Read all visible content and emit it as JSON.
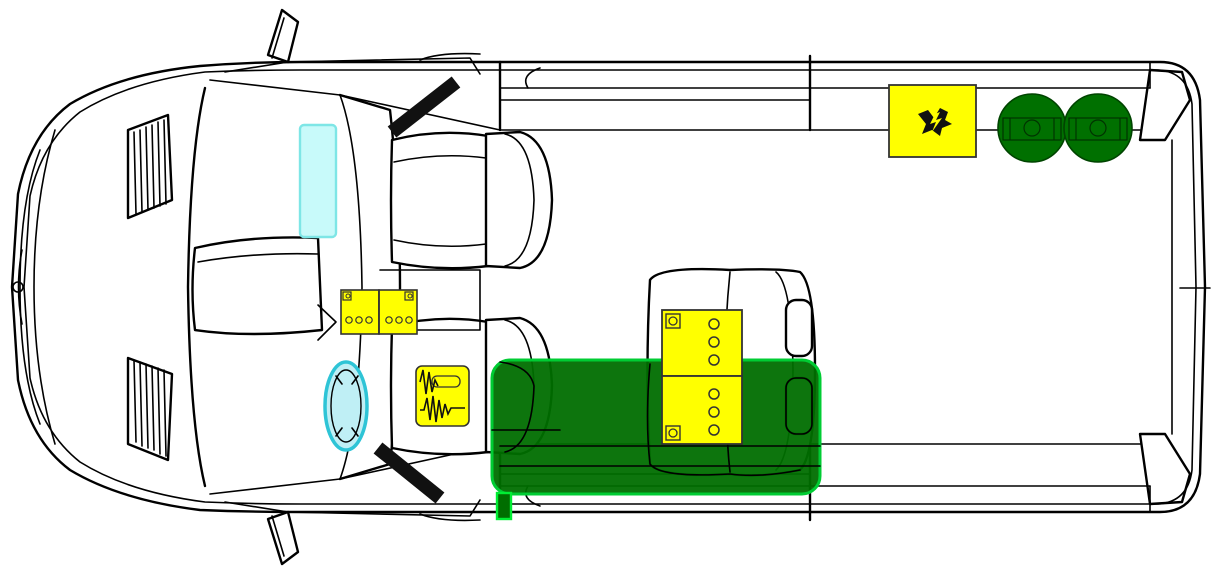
{
  "diagram": {
    "subject": "van-top-view-layout",
    "colors": {
      "outline": "#000000",
      "battery": "#ffff00",
      "battery_outline": "#333333",
      "water_tank": "#006e00",
      "water_tank_edge": "#00cc33",
      "water_bottle": "#007000",
      "windshield_panel": "#c8fafa",
      "windshield_panel_edge": "#7ee6e6",
      "spare_wheel": "#bfeff5",
      "spare_wheel_edge": "#2ec4d6",
      "seatbelt": "#111111"
    },
    "components": [
      {
        "name": "inverter-box",
        "icon": "lightning-bolt-icon"
      },
      {
        "name": "water-bottle-1",
        "icon": "tank-icon"
      },
      {
        "name": "water-bottle-2",
        "icon": "tank-icon"
      },
      {
        "name": "dual-battery-under-dash",
        "icon": "battery-icon"
      },
      {
        "name": "charger-module",
        "icon": "waveform-icon"
      },
      {
        "name": "house-battery-pair",
        "icon": "battery-icon"
      },
      {
        "name": "water-tank",
        "icon": "tank-icon"
      },
      {
        "name": "water-drain",
        "icon": "drain-icon"
      },
      {
        "name": "spare-wheel",
        "icon": "wheel-icon"
      },
      {
        "name": "windshield-panel",
        "icon": "panel-icon"
      }
    ]
  }
}
